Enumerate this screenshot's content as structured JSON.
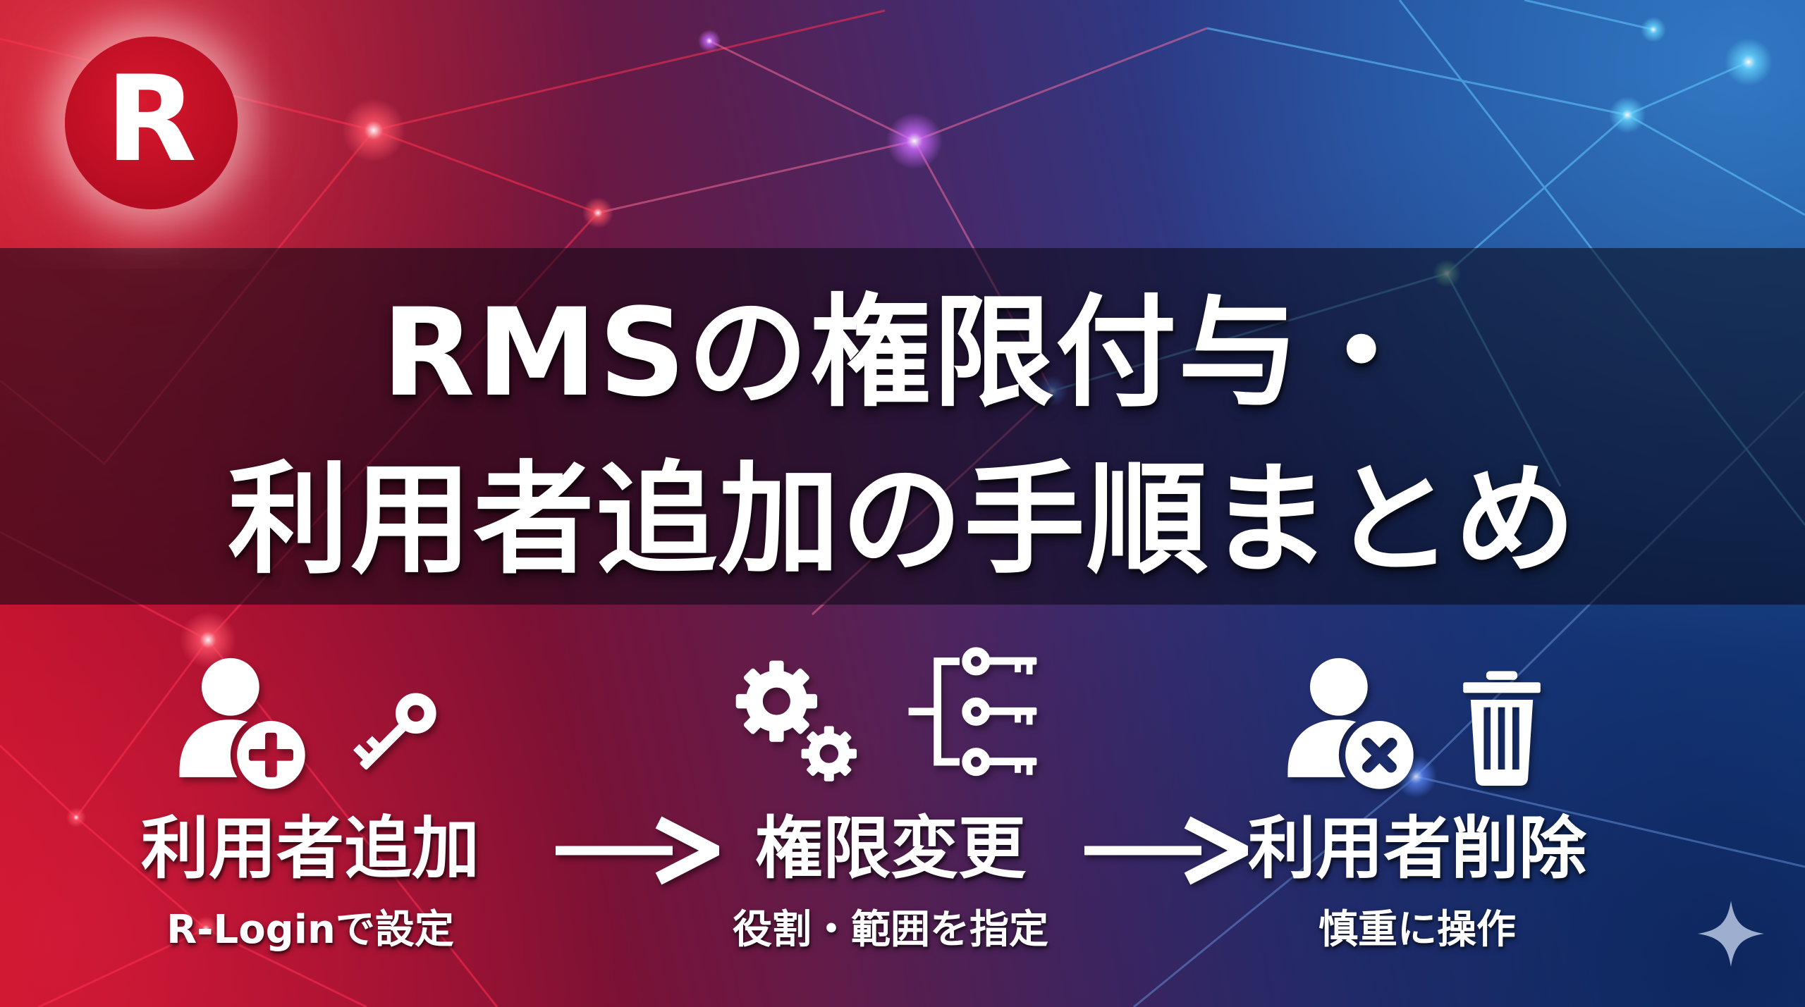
{
  "logo": {
    "letter": "R"
  },
  "title": {
    "line1": "RMSの権限付与・",
    "line2": "利用者追加の手順まとめ"
  },
  "steps": [
    {
      "label": "利用者追加",
      "sublabel": "R-Loginで設定",
      "icons": [
        "user-add-icon",
        "key-icon"
      ]
    },
    {
      "label": "権限変更",
      "sublabel": "役割・範囲を指定",
      "icons": [
        "gears-icon",
        "key-hierarchy-icon"
      ]
    },
    {
      "label": "利用者削除",
      "sublabel": "慎重に操作",
      "icons": [
        "user-remove-icon",
        "trash-icon"
      ]
    }
  ],
  "decorations": {
    "arrow_icons": [
      "arrow-right-icon",
      "arrow-right-icon"
    ],
    "sparkle_icon": "sparkle-icon",
    "background": "network-mesh"
  },
  "colors": {
    "logo_red": "#c01025",
    "bg_red": "#c4122a",
    "bg_purple": "#542058",
    "bg_blue": "#174e9f",
    "band_overlay": "rgba(10,8,20,0.55)",
    "text_white": "#ffffff",
    "sparkle": "#a9bad8",
    "mesh_red": "#ff3050",
    "mesh_purple": "#c06bff",
    "mesh_cyan": "#62c8ff"
  }
}
